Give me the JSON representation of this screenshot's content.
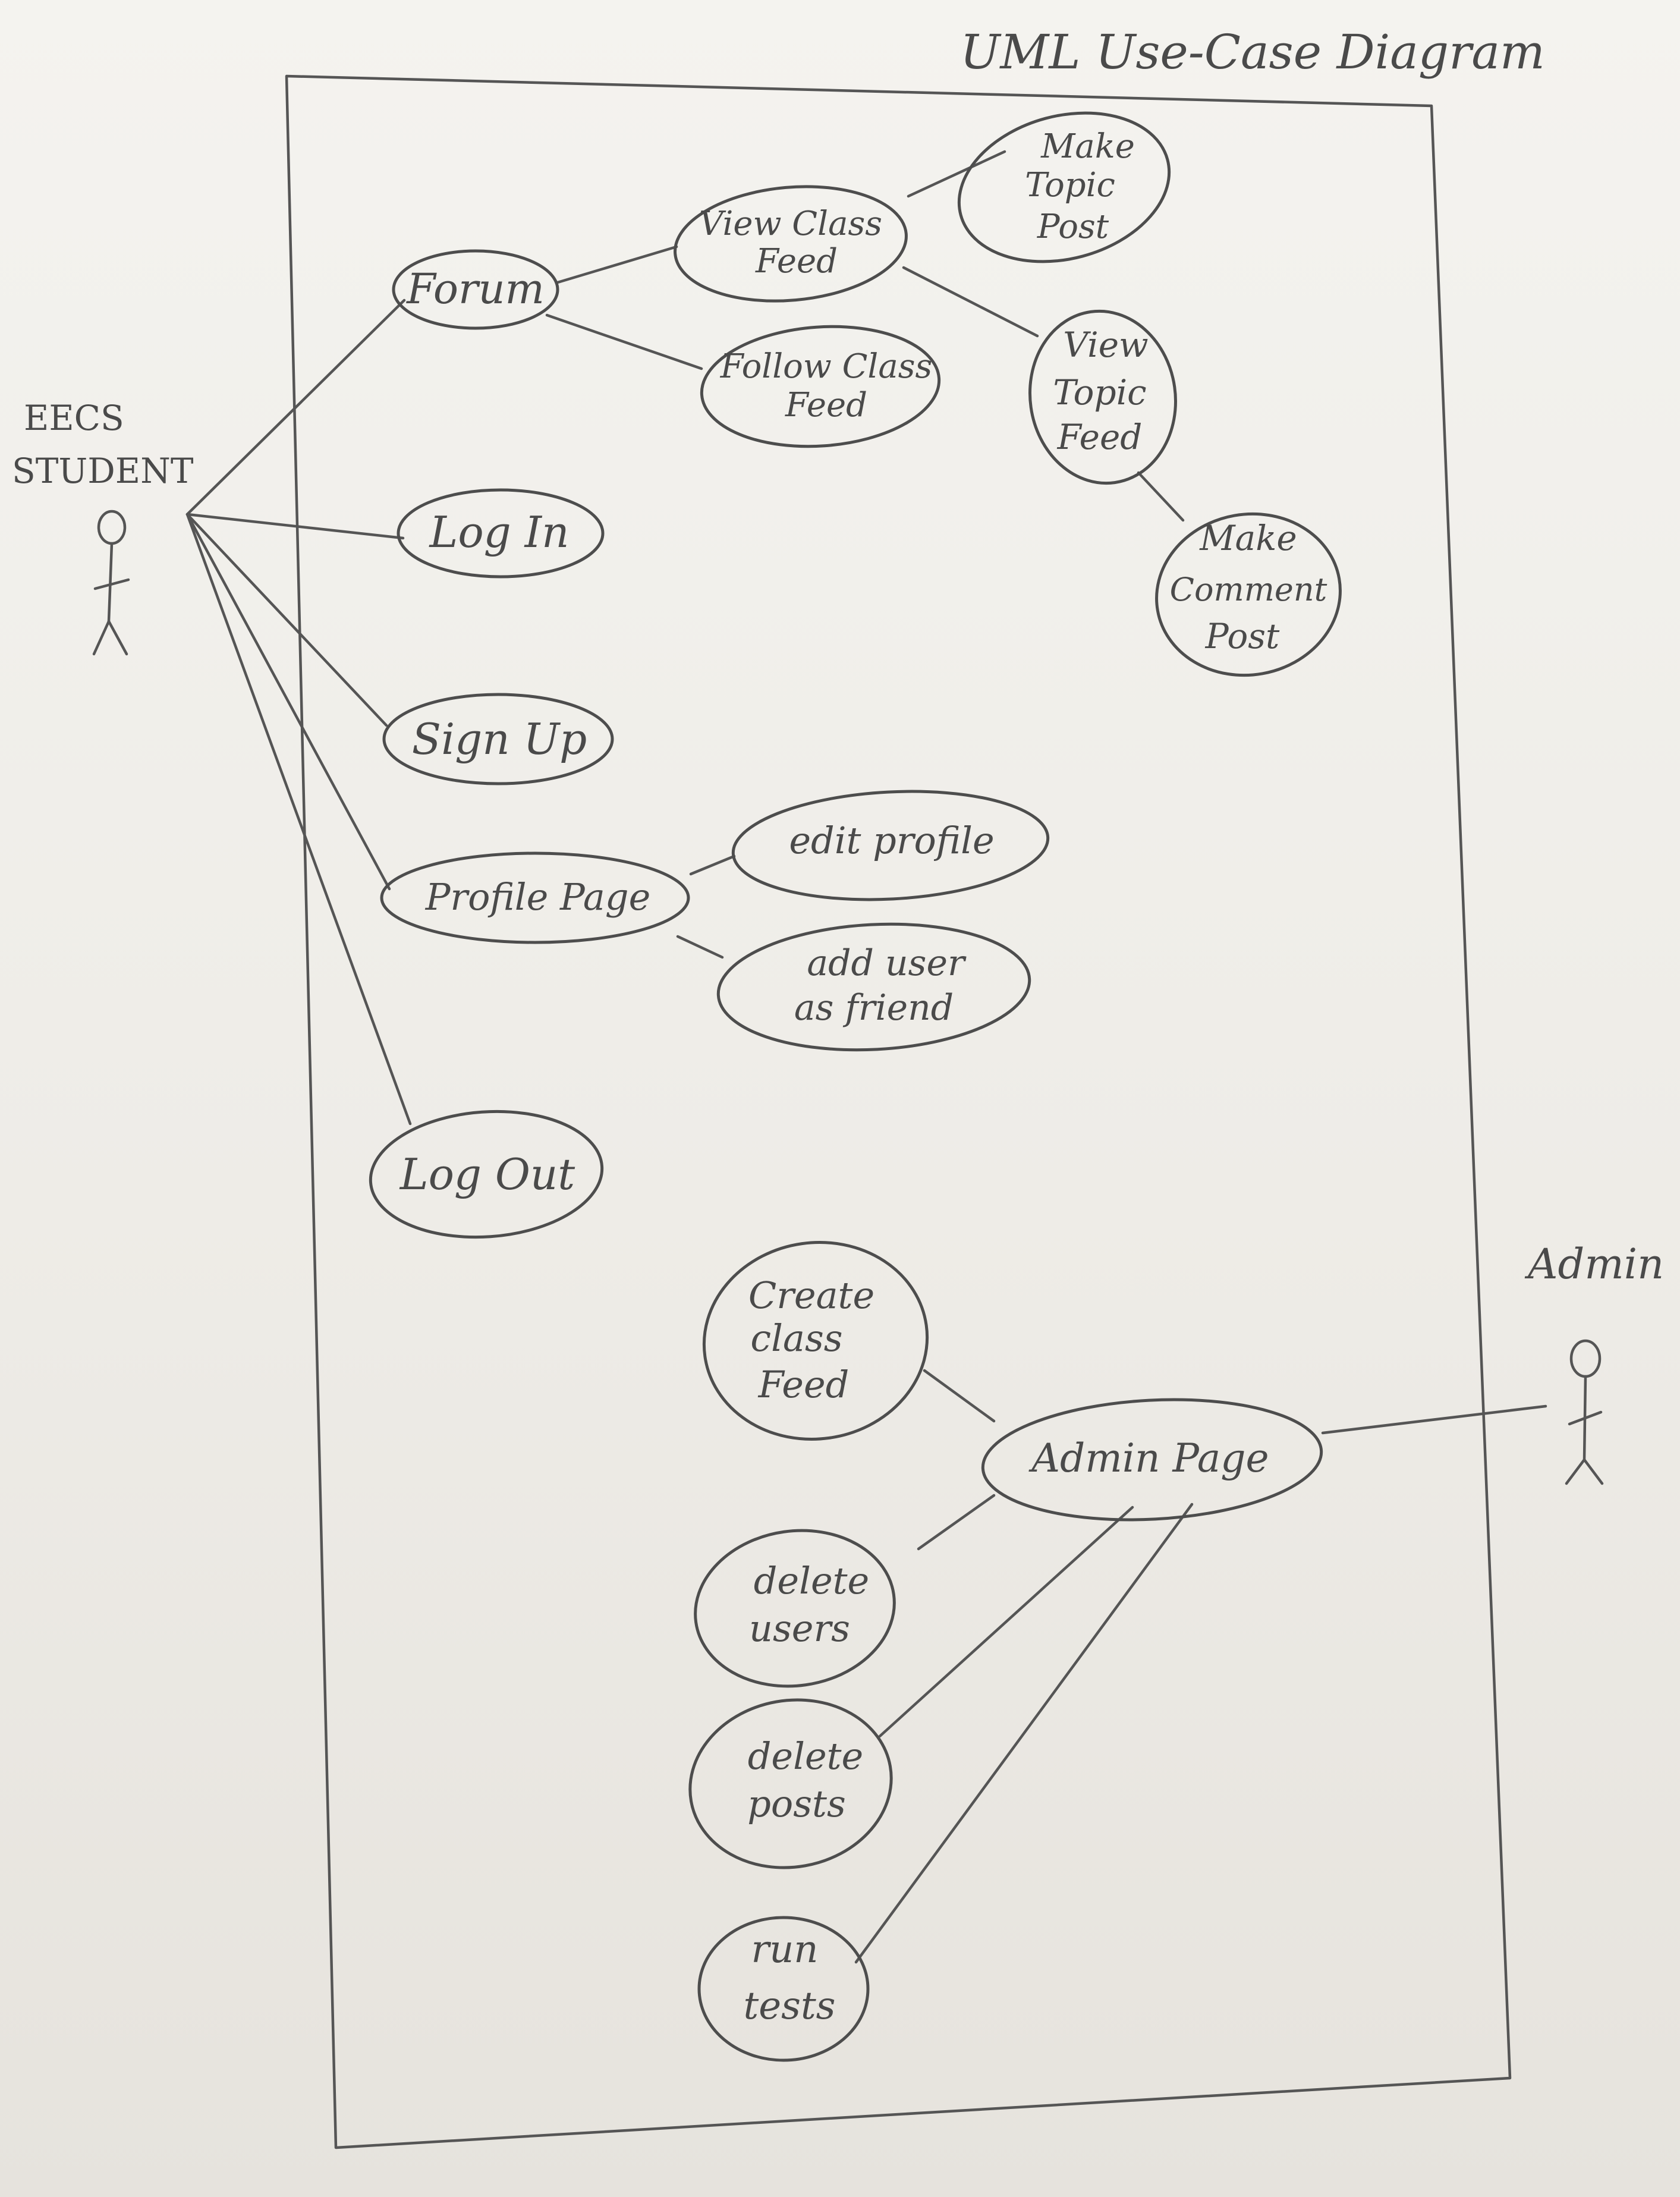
{
  "title": "UML Use-Case Diagram",
  "actors": {
    "student": {
      "line1": "EECS",
      "line2": "STUDENT"
    },
    "admin": {
      "label": "Admin"
    }
  },
  "use_cases": {
    "forum": [
      "Forum"
    ],
    "view_class_feed": [
      "View Class",
      "Feed"
    ],
    "make_topic_post": [
      "Make",
      "Topic",
      "Post"
    ],
    "follow_class_feed": [
      "Follow Class",
      "Feed"
    ],
    "view_topic_feed": [
      "View",
      "Topic",
      "Feed"
    ],
    "make_comment_post": [
      "Make",
      "Comment",
      "Post"
    ],
    "log_in": [
      "Log In"
    ],
    "sign_up": [
      "Sign Up"
    ],
    "profile_page": [
      "Profile Page"
    ],
    "edit_profile": [
      "edit profile"
    ],
    "add_user_as_friend": [
      "add user",
      "as friend"
    ],
    "log_out": [
      "Log Out"
    ],
    "create_class_feed": [
      "Create",
      "class",
      "Feed"
    ],
    "admin_page": [
      "Admin Page"
    ],
    "delete_users": [
      "delete",
      "users"
    ],
    "delete_posts": [
      "delete",
      "posts"
    ],
    "run_tests": [
      "run",
      "tests"
    ]
  }
}
